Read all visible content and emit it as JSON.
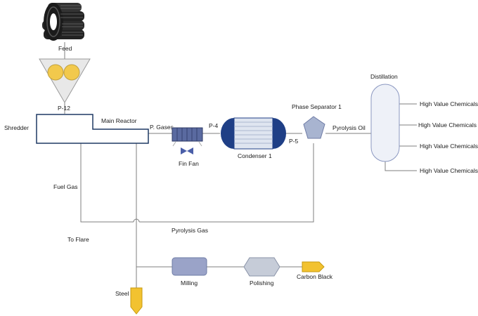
{
  "labels": {
    "feed": "Feed",
    "p12": "P-12",
    "shredder": "Shredder",
    "main_reactor": "Main Reactor",
    "p_gases": "P. Gases",
    "fin_fan": "Fin Fan",
    "p4": "P-4",
    "condenser": "Condenser 1",
    "p5": "P-5",
    "phase_separator": "Phase Separator 1",
    "pyrolysis_oil": "Pyrolysis Oil",
    "distillation": "Distillation",
    "hvc_1": "High Value Chemicals",
    "hvc_2": "High Value Chemicals",
    "hvc_3": "High Value Chemicals",
    "hvc_4": "High Value Chemicals",
    "fuel_gas": "Fuel Gas",
    "to_flare": "To Flare",
    "pyrolysis_gas": "Pyrolysis Gas",
    "milling": "Milling",
    "polishing": "Polishing",
    "carbon_black": "Carbon Black",
    "steel": "Steel"
  },
  "colors": {
    "reactor_stroke": "#1f3864",
    "finfan_fill": "#5a6aa0",
    "condenser_end": "#1f3f86",
    "condenser_body": "#dfe5f0",
    "separator_fill": "#a8b4d0",
    "column_stroke": "#8a97c0",
    "column_fill": "#eef1f8",
    "shredder_fill": "#e8e8e8",
    "roller_fill": "#f2c94c",
    "mill_fill": "#9aa3c8",
    "polish_fill": "#c6ccd8",
    "product_fill": "#f2c230",
    "pipe": "#7f7f7f"
  },
  "icons": {
    "feed": "tire-stack-icon",
    "shredder": "shredder-icon",
    "fin_fan": "fin-fan-icon",
    "condenser": "condenser-icon",
    "separator": "separator-icon",
    "column": "distillation-column-icon",
    "steel": "steel-product-icon",
    "carbon_black": "carbon-black-product-icon"
  }
}
